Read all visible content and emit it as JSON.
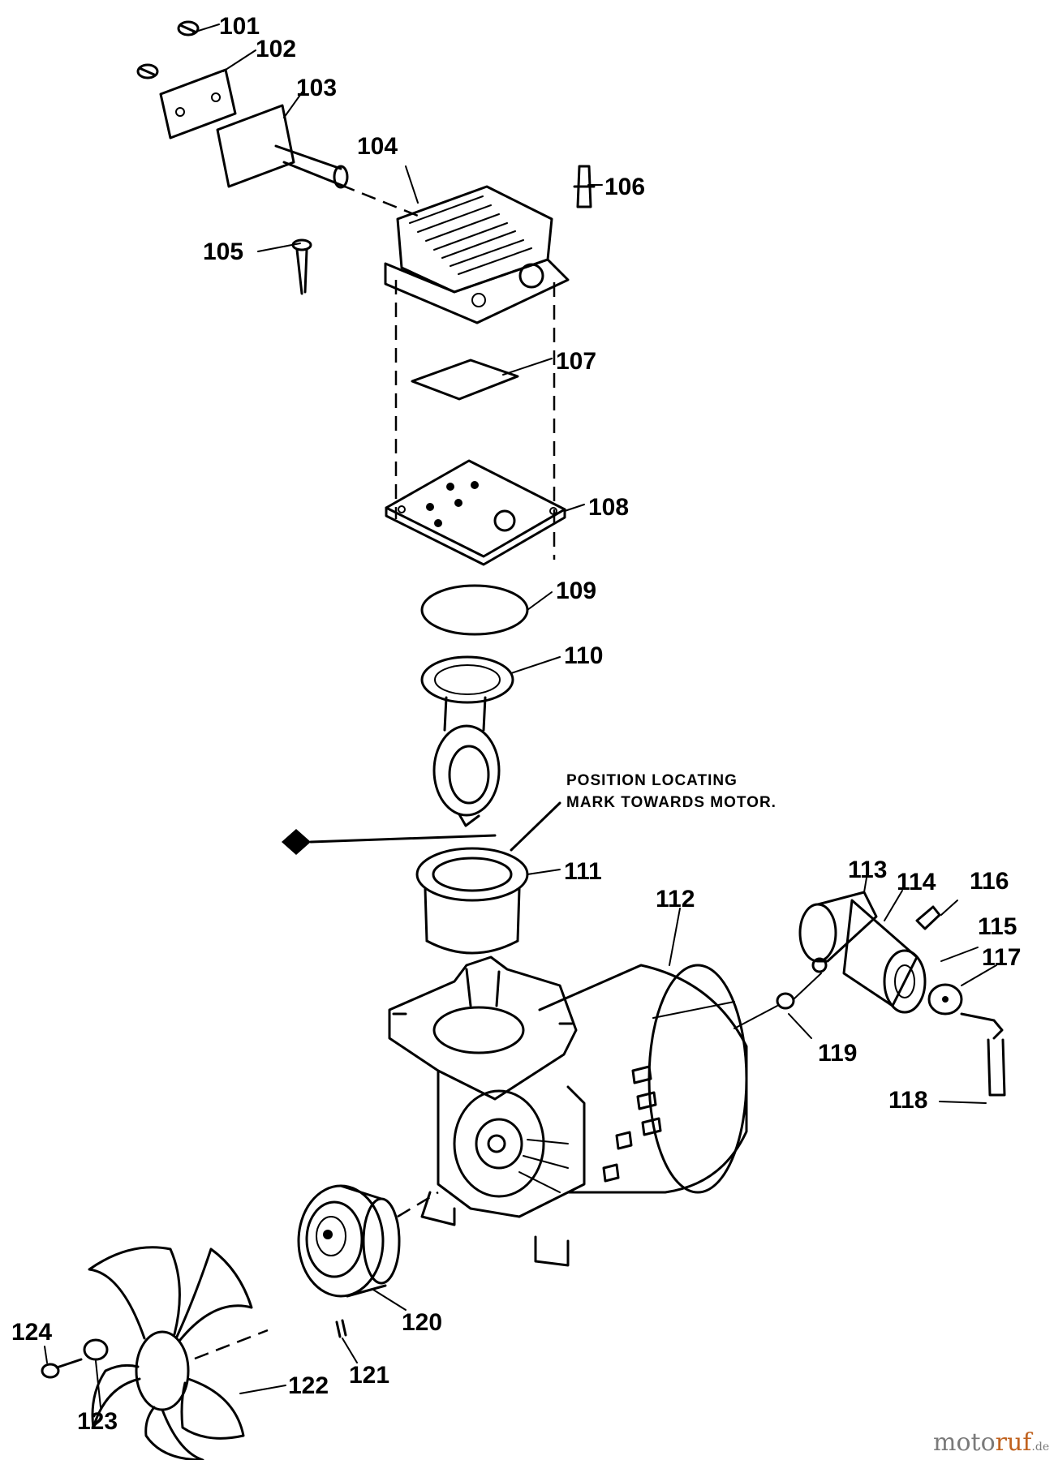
{
  "diagram": {
    "part_numbers": {
      "p101": "101",
      "p102": "102",
      "p103": "103",
      "p104": "104",
      "p105": "105",
      "p106": "106",
      "p107": "107",
      "p108": "108",
      "p109": "109",
      "p110": "110",
      "p111": "111",
      "p112": "112",
      "p113": "113",
      "p114": "114",
      "p115": "115",
      "p116": "116",
      "p117": "117",
      "p118": "118",
      "p119": "119",
      "p120": "120",
      "p121": "121",
      "p122": "122",
      "p123": "123",
      "p124": "124"
    },
    "note_line1": "POSITION LOCATING",
    "note_line2": "MARK TOWARDS MOTOR."
  },
  "watermark": {
    "part1": "moto",
    "part2": "ruf",
    "suffix": ".de"
  }
}
